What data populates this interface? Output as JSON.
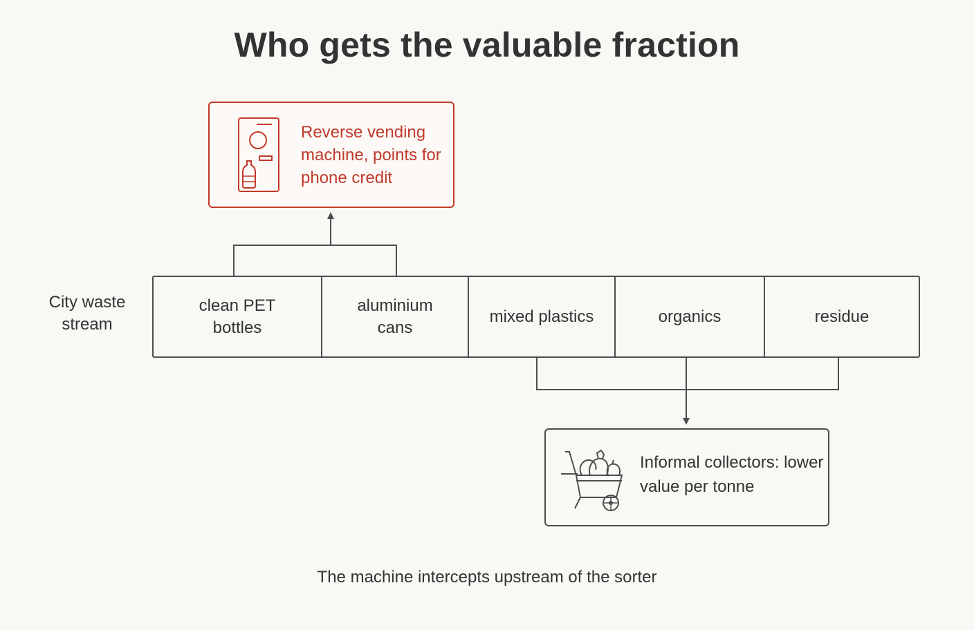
{
  "title": "Who gets the valuable fraction",
  "stream": {
    "label": "City waste stream",
    "segments": [
      {
        "label": "clean PET bottles"
      },
      {
        "label": "aluminium cans"
      },
      {
        "label": "mixed plastics"
      },
      {
        "label": "organics"
      },
      {
        "label": "residue"
      }
    ]
  },
  "rvm": {
    "label": "Reverse vending machine, points for phone credit",
    "icon": "reverse-vending-machine-icon",
    "color": "#c0392b"
  },
  "informal": {
    "label": "Informal collectors: lower value per tonne",
    "icon": "wheelbarrow-icon"
  },
  "caption": "The machine intercepts upstream of the sorter",
  "colors": {
    "accent": "#c0392b",
    "line": "#4d4d4d",
    "background": "#faf8f5"
  }
}
